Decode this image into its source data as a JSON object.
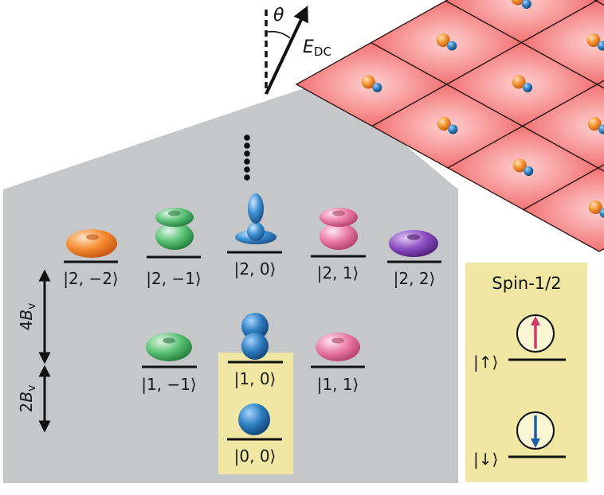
{
  "field": {
    "angle_label": "θ",
    "field_label": "E",
    "field_subscript": "DC"
  },
  "levels": {
    "n2": [
      {
        "ket": "|2, −2⟩",
        "color": "#f07a2a"
      },
      {
        "ket": "|2, −1⟩",
        "color": "#3cb15b"
      },
      {
        "ket": "|2, 0⟩",
        "color": "#2f7fc0"
      },
      {
        "ket": "|2, 1⟩",
        "color": "#e06a93"
      },
      {
        "ket": "|2, 2⟩",
        "color": "#7b3ea8"
      }
    ],
    "n1": [
      {
        "ket": "|1, −1⟩",
        "color": "#3cb15b"
      },
      {
        "ket": "|1, 0⟩",
        "color": "#2f7fc0"
      },
      {
        "ket": "|1, 1⟩",
        "color": "#e06a93"
      }
    ],
    "n0": [
      {
        "ket": "|0, 0⟩",
        "color": "#2f7fc0"
      }
    ]
  },
  "spacing": {
    "upper": {
      "coef": "4",
      "sym": "B",
      "sub": "v"
    },
    "lower": {
      "coef": "2",
      "sym": "B",
      "sub": "v"
    }
  },
  "spin_box": {
    "title": "Spin-1/2",
    "up_ket": "|↑⟩",
    "down_ket": "|↓⟩",
    "up_color": "#d2386a",
    "down_color": "#1f5fa8"
  },
  "colors": {
    "gray_panel": "#c6c7c8",
    "highlight": "#efe7a3",
    "lattice": "#ef6464"
  }
}
